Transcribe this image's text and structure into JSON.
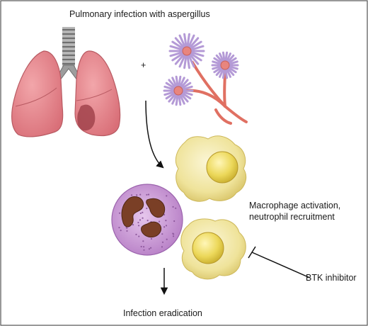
{
  "title": "Pulmonary infection with aspergillus",
  "plus": "+",
  "macrophage_label": {
    "line1": "Macrophage activation,",
    "line2": "neutrophil recruitment"
  },
  "inhibitor_label": "BTK inhibitor",
  "outcome_label": "Infection eradication",
  "colors": {
    "border": "#555555",
    "lung": "#e8858c",
    "lung_dark": "#a8474f",
    "trachea": "#9a9a9a",
    "fungus": "#b49ad6",
    "fungus_center": "#e8857e",
    "hyphae": "#e07062",
    "macrophage": "#f1e7a0",
    "nucleus": "#e8d255",
    "neutrophil": "#c79ad3",
    "neutrophil_nucleus": "#7a3f26"
  }
}
